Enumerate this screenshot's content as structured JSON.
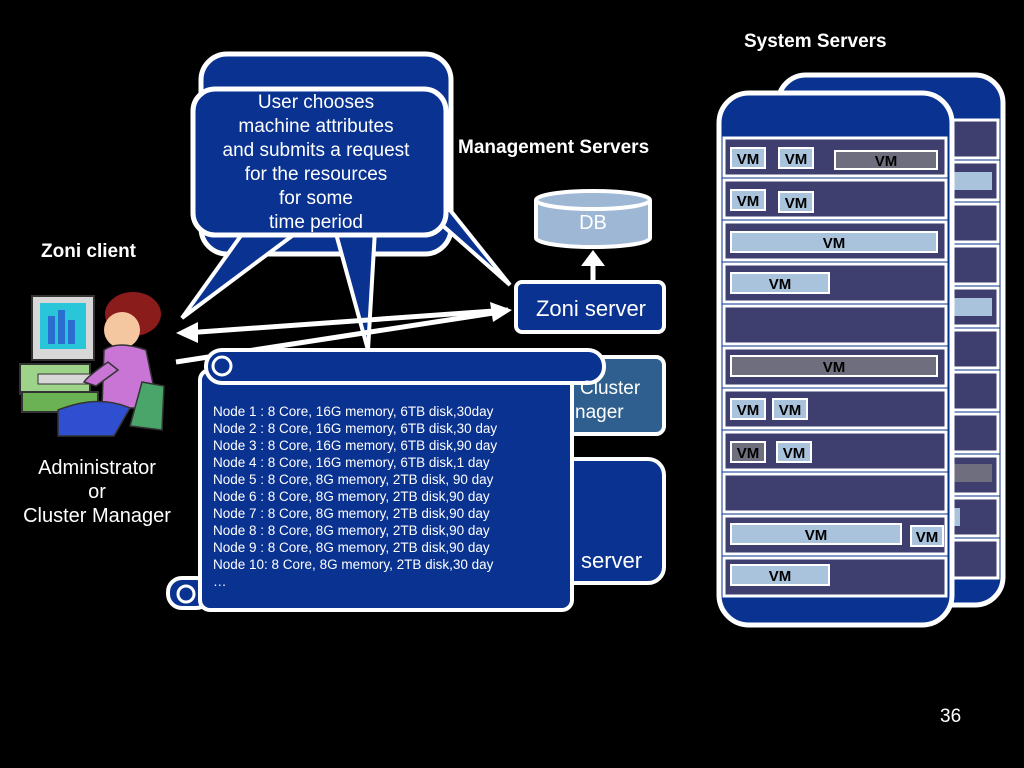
{
  "titles": {
    "system_servers": "System Servers",
    "management_servers": "Management Servers",
    "zoni_client": "Zoni client"
  },
  "client": {
    "role_lines": [
      "Administrator",
      "or",
      "Cluster Manager"
    ]
  },
  "bubble": {
    "lines": [
      "User chooses",
      "machine attributes",
      "and submits a request",
      "for the resources",
      "for some",
      "time period"
    ]
  },
  "management": {
    "db_label": "DB",
    "zoni_server_label": "Zoni server",
    "cluster_manager_line1": "Cluster",
    "cluster_manager_line2": "nager",
    "server_label": "server"
  },
  "node_list": [
    "Node 1 : 8 Core, 16G memory, 6TB disk,30day",
    "Node 2 : 8 Core, 16G memory, 6TB disk,30 day",
    "Node 3 : 8 Core, 16G memory, 6TB disk,90 day",
    "Node 4 : 8 Core, 16G memory, 6TB disk,1 day",
    "Node 5 : 8 Core, 8G memory, 2TB disk, 90 day",
    "Node 6 : 8 Core, 8G memory, 2TB disk,90 day",
    "Node 7 : 8 Core, 8G memory, 2TB disk,90 day",
    "Node 8 : 8 Core, 8G memory, 2TB disk,90 day",
    "Node 9 : 8 Core, 8G memory, 2TB disk,90 day",
    "Node 10: 8 Core, 8G memory, 2TB disk,30 day",
    "…"
  ],
  "vm_label": "VM",
  "page_number": "36",
  "colors": {
    "navy": "#0a3290",
    "slate": "#3f3f6f",
    "vm_light": "#a9c3dc",
    "vm_dark": "#6e6e7e",
    "cluster_blue": "#2e5f8e",
    "db_blue": "#9db7d5"
  }
}
